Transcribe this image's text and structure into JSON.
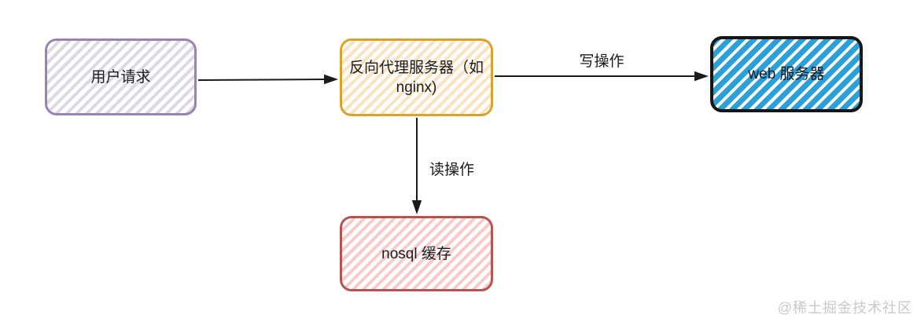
{
  "diagram": {
    "nodes": {
      "user_request": {
        "label": "用户请求",
        "border_color": "#9b82b5",
        "stripe_color": "#dcd8e4"
      },
      "reverse_proxy": {
        "label": "反向代理服务器（如 nginx)",
        "border_color": "#d7a32a",
        "stripe_color": "#fbe2c1"
      },
      "web_server": {
        "label": "web 服务器",
        "border_color": "#161616",
        "stripe_color": "#2b9fd8"
      },
      "nosql_cache": {
        "label": "nosql 缓存",
        "border_color": "#b4534f",
        "stripe_color": "#f6cbca"
      }
    },
    "edges": {
      "user_to_proxy": {
        "from": "user_request",
        "to": "reverse_proxy",
        "label": ""
      },
      "proxy_to_web": {
        "from": "reverse_proxy",
        "to": "web_server",
        "label": "写操作"
      },
      "proxy_to_cache": {
        "from": "reverse_proxy",
        "to": "nosql_cache",
        "label": "读操作"
      }
    },
    "arrow_color": "#1a1a1a"
  },
  "watermark": {
    "text": "@稀土掘金技术社区"
  }
}
